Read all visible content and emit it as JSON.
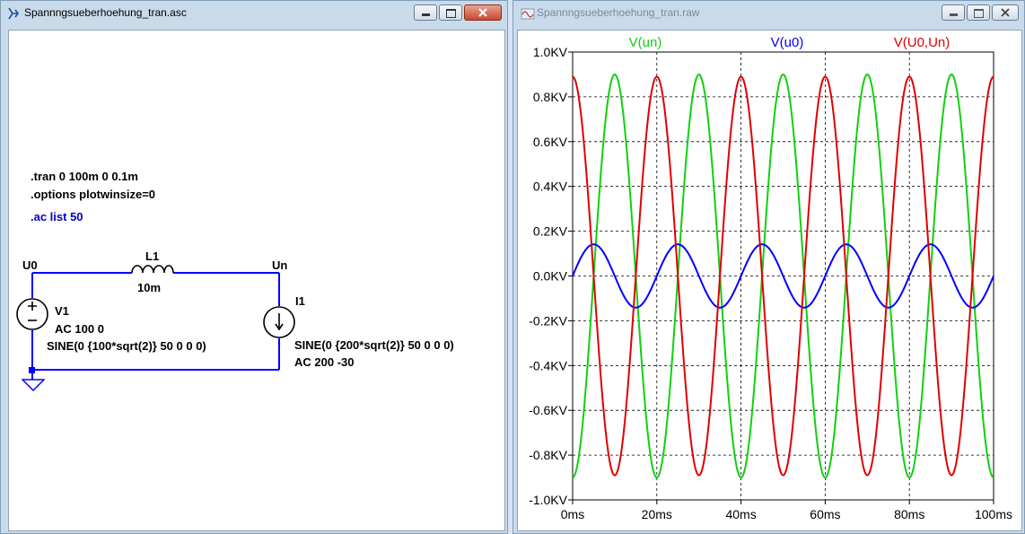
{
  "schematic_window": {
    "title": "Spannngsueberhoehung_tran.asc",
    "directives": [
      ".tran 0 100m 0 0.1m",
      ".options plotwinsize=0"
    ],
    "ac_directive": ".ac list 50",
    "labels": {
      "node_u0": "U0",
      "node_un": "Un",
      "l1_name": "L1",
      "l1_value": "10m",
      "v1_name": "V1",
      "v1_ac": "AC 100 0",
      "v1_sine": "SINE(0 {100*sqrt(2)} 50 0 0 0)",
      "i1_name": "I1",
      "i1_sine": "SINE(0 {200*sqrt(2)} 50 0 0 0)",
      "i1_ac": "AC 200 -30"
    }
  },
  "plot_window": {
    "title": "Spannngsueberhoehung_tran.raw",
    "legend": [
      {
        "name": "V(un)",
        "color": "#10d010"
      },
      {
        "name": "V(u0)",
        "color": "#0000ff"
      },
      {
        "name": "V(U0,Un)",
        "color": "#e00000"
      }
    ]
  },
  "chart_data": {
    "type": "line",
    "xlabel": "",
    "ylabel": "",
    "xlim": [
      0,
      100
    ],
    "ylim": [
      -1000,
      1000
    ],
    "x_unit": "ms",
    "y_unit": "V",
    "x_ticks": [
      "0ms",
      "20ms",
      "40ms",
      "60ms",
      "80ms",
      "100ms"
    ],
    "y_ticks": [
      "1.0KV",
      "0.8KV",
      "0.6KV",
      "0.4KV",
      "0.2KV",
      "0.0KV",
      "-0.2KV",
      "-0.4KV",
      "-0.6KV",
      "-0.8KV",
      "-1.0KV"
    ],
    "grid": true,
    "legend_position": "top",
    "series": [
      {
        "name": "V(un)",
        "color": "#10d010",
        "amplitude": 900,
        "frequency_hz": 50,
        "phase_deg": -90,
        "y_at_0": -900
      },
      {
        "name": "V(u0)",
        "color": "#0000ff",
        "amplitude": 141.4,
        "frequency_hz": 50,
        "phase_deg": 0,
        "y_at_0": 0
      },
      {
        "name": "V(U0,Un)",
        "color": "#e00000",
        "amplitude": 890,
        "frequency_hz": 50,
        "phase_deg": 90,
        "y_at_0": 890
      }
    ]
  }
}
